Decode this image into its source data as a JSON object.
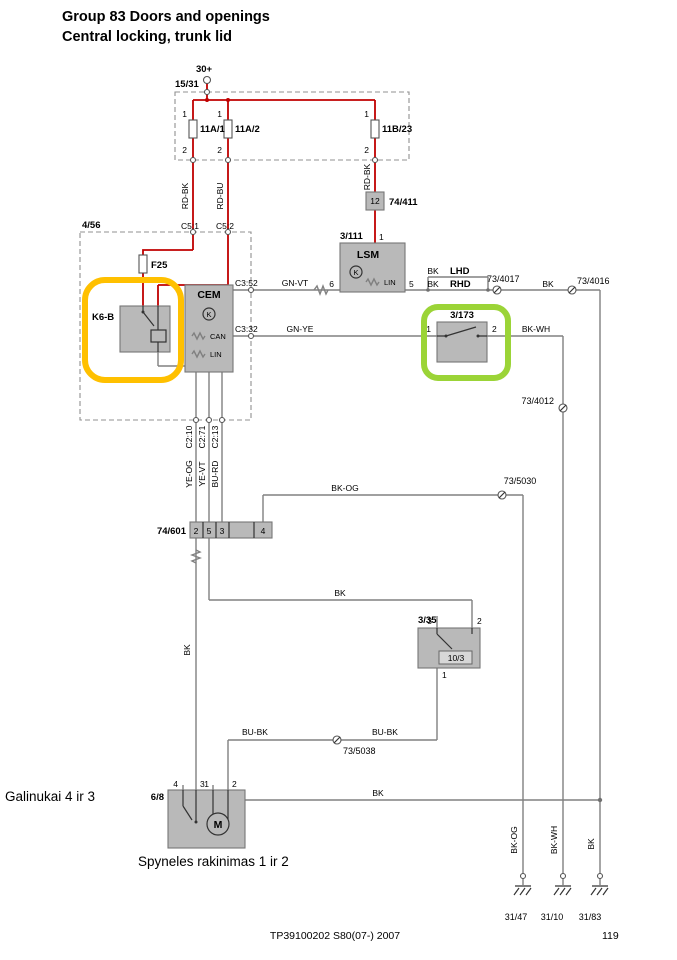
{
  "header": {
    "title_line1": "Group 83 Doors and openings",
    "title_line2": "Central locking, trunk lid"
  },
  "colors": {
    "wire_red": "#c00000",
    "wire_gray": "#808080",
    "box_fill": "#b9b9b9",
    "highlight_yellow": "#ffc000",
    "highlight_green": "#9bd437",
    "note_red": "#ff0000",
    "note_cyan": "#0096c8"
  },
  "symbols": {
    "k": "K",
    "m": "M"
  },
  "pins": {
    "n1": "1",
    "n2": "2",
    "n3": "3",
    "n4": "4",
    "n5": "5",
    "n6": "6",
    "n12": "12"
  },
  "power": {
    "terminal_30": "30+",
    "fuse_box_id": "15/31",
    "fuse1": "11A/1",
    "fuse2": "11A/2",
    "fuse3": "11B/23"
  },
  "wires": {
    "rd_bk": "RD-BK",
    "rd_bu": "RD-BU",
    "gn_vt": "GN-VT",
    "gn_ye": "GN-YE",
    "bk": "BK",
    "bk_wh": "BK-WH",
    "bk_og": "BK-OG",
    "ye_og": "YE-OG",
    "ye_vt": "YE-VT",
    "bu_rd": "BU-RD",
    "bu_bk": "BU-BK"
  },
  "components": {
    "conn_74_411": "74/411",
    "lsm_id": "3/111",
    "lsm_name": "LSM",
    "lsm_lin": "LIN",
    "cem_unit_id": "4/56",
    "cem_fuse": "F25",
    "cem_relay": "K6-B",
    "cem_name": "CEM",
    "cem_can": "CAN",
    "cem_lin": "LIN",
    "switch_id": "3/173",
    "relay_socket_id": "3/35",
    "relay_module": "10/3",
    "motor_id": "6/8",
    "conn_74_601": "74/601"
  },
  "connectors": {
    "c73_4017": "73/4017",
    "c73_4016": "73/4016",
    "c73_4012": "73/4012",
    "c73_5030": "73/5030",
    "c73_5038": "73/5038"
  },
  "variants": {
    "lhd": "LHD",
    "rhd": "RHD"
  },
  "conn_pins": {
    "c5_1": "C5:1",
    "c5_2": "C5:2",
    "c3_52": "C3:52",
    "c3_32": "C3:32",
    "c2_10": "C2:10",
    "c2_71": "C2:71",
    "c2_13": "C2:13"
  },
  "grounds": {
    "g31_47": "31/47",
    "g31_10": "31/10",
    "g31_83": "31/83"
  },
  "annotations": {
    "note_red": "Galinukai 4 ir 3",
    "note_cyan": "Spyneles rakinimas 1 ir 2"
  },
  "footer": {
    "doc_ref": "TP39100202 S80(07-) 2007",
    "page": "119"
  }
}
